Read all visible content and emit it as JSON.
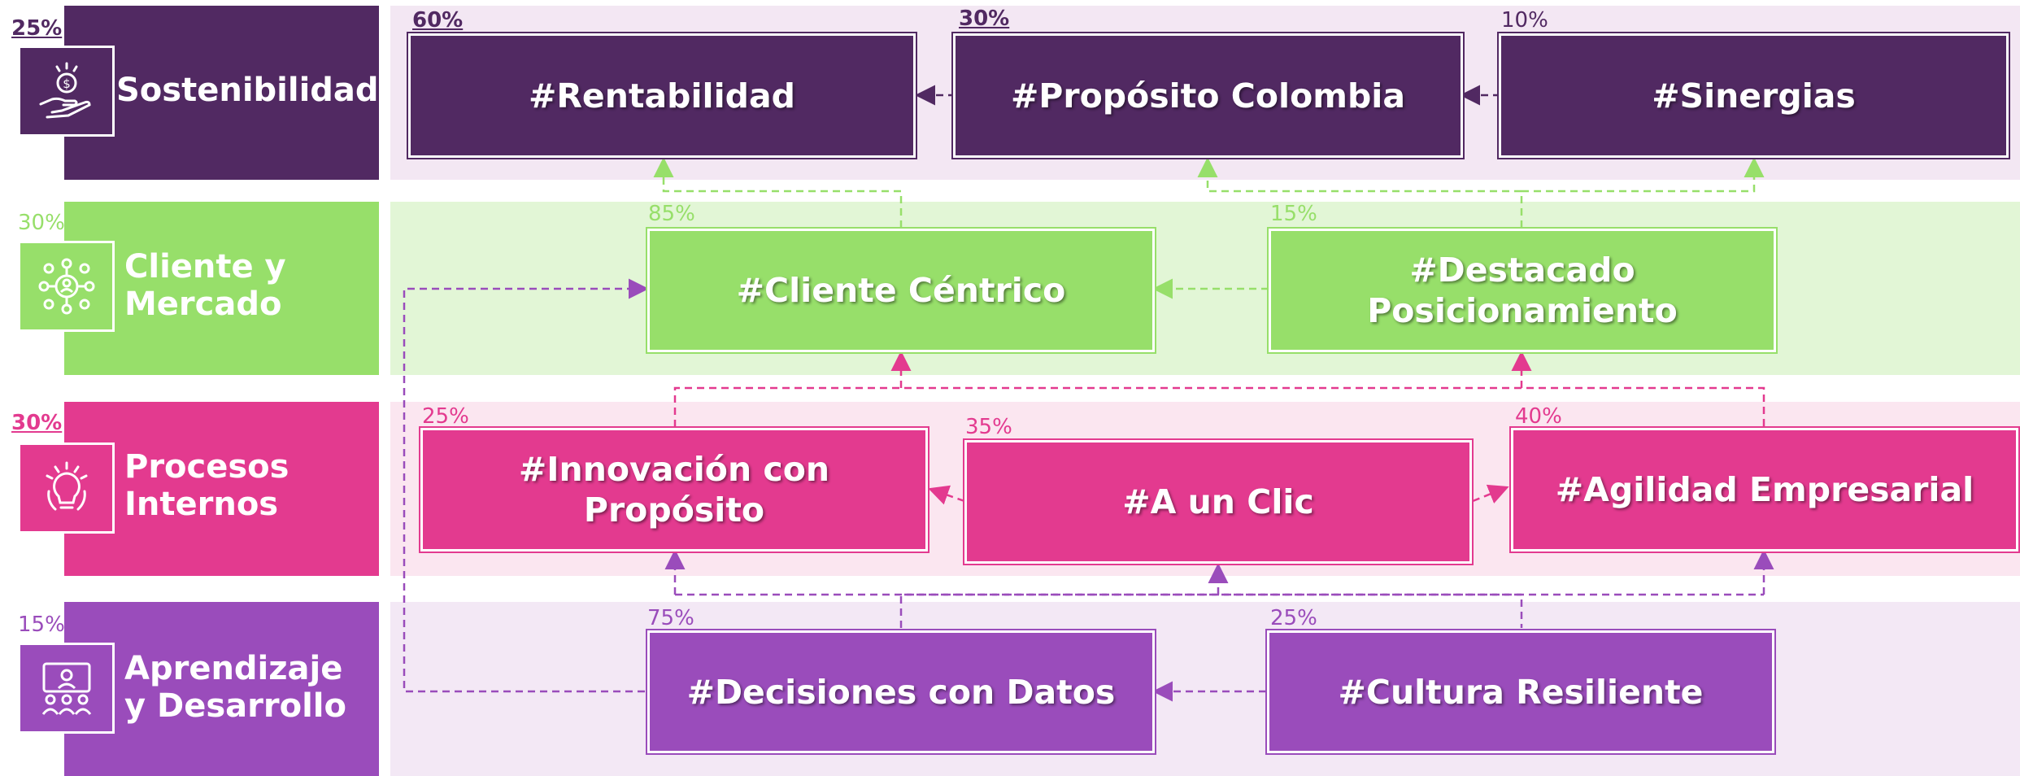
{
  "colors": {
    "sostenibilidad": "#512962",
    "cliente": "#97df6a",
    "procesos": "#e33a8f",
    "aprendizaje": "#9a4cbb"
  },
  "perspectives": [
    {
      "id": "sostenibilidad",
      "pct": "25%",
      "label": "Sostenibilidad",
      "icon": "money-hand-icon"
    },
    {
      "id": "cliente",
      "pct": "30%",
      "label": "Cliente y Mercado",
      "icon": "network-people-icon"
    },
    {
      "id": "procesos",
      "pct": "30%",
      "label": "Procesos Internos",
      "icon": "gear-lightbulb-icon"
    },
    {
      "id": "aprendizaje",
      "pct": "15%",
      "label": "Aprendizaje y Desarrollo",
      "icon": "training-group-icon"
    }
  ],
  "objectives": {
    "rentabilidad": {
      "label": "#Rentabilidad",
      "pct": "60%"
    },
    "proposito": {
      "label": "#Propósito Colombia",
      "pct": "30%"
    },
    "sinergias": {
      "label": "#Sinergias",
      "pct": "10%"
    },
    "cliente_centrico": {
      "label": "#Cliente Céntrico",
      "pct": "85%"
    },
    "destacado": {
      "label": "#Destacado Posicionamiento",
      "pct": "15%"
    },
    "innovacion": {
      "label": "#Innovación con Propósito",
      "pct": "25%"
    },
    "a_un_clic": {
      "label": "#A un Clic",
      "pct": "35%"
    },
    "agilidad": {
      "label": "#Agilidad Empresarial",
      "pct": "40%"
    },
    "decisiones": {
      "label": "#Decisiones con Datos",
      "pct": "75%"
    },
    "cultura": {
      "label": "#Cultura Resiliente",
      "pct": "25%"
    }
  }
}
